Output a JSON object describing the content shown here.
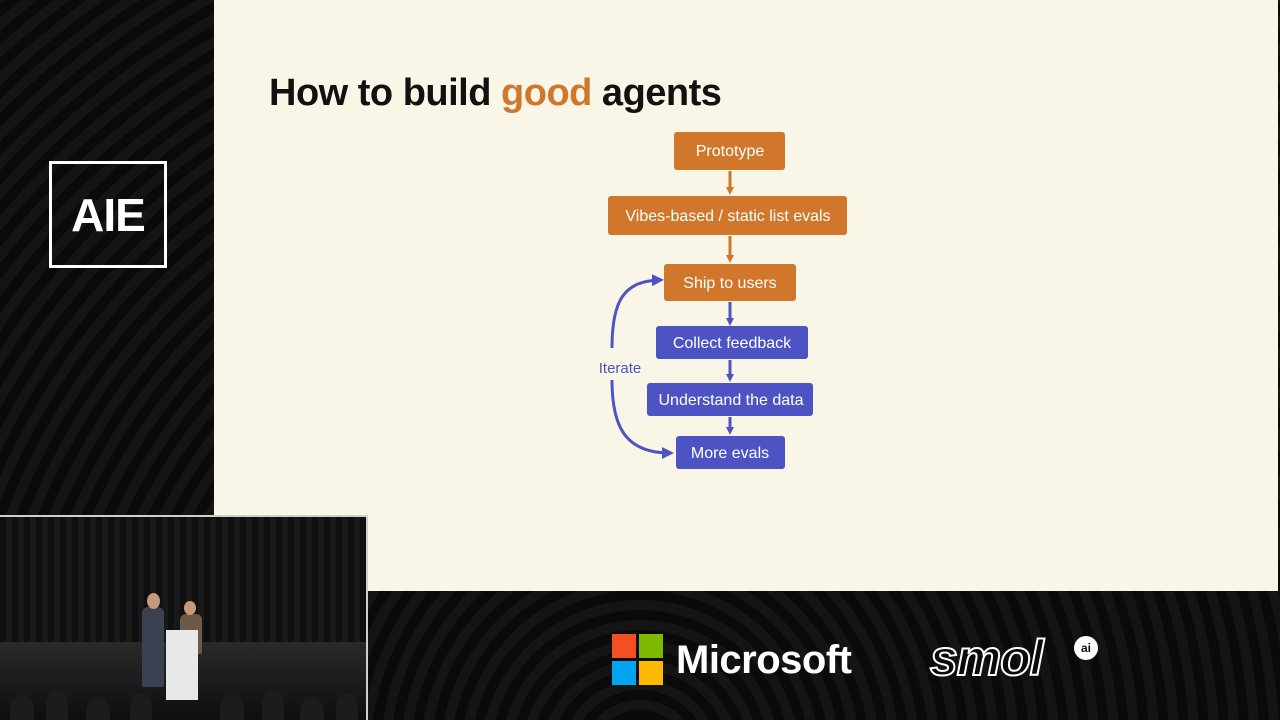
{
  "slide": {
    "title_prefix": "How to build ",
    "title_highlight": "good",
    "title_suffix": " agents"
  },
  "flow": {
    "nodes": [
      "Prototype",
      "Vibes-based / static list evals",
      "Ship to users",
      "Collect feedback",
      "Understand the data",
      "More evals"
    ],
    "loop_label": "Iterate"
  },
  "branding": {
    "event_logo": "AIE",
    "sponsor_1": "Microsoft",
    "sponsor_2": "smol",
    "sponsor_2_badge": "ai"
  },
  "colors": {
    "accent_orange": "#d0772c",
    "accent_purple": "#4d53c2",
    "slide_bg": "#faf6e7"
  }
}
